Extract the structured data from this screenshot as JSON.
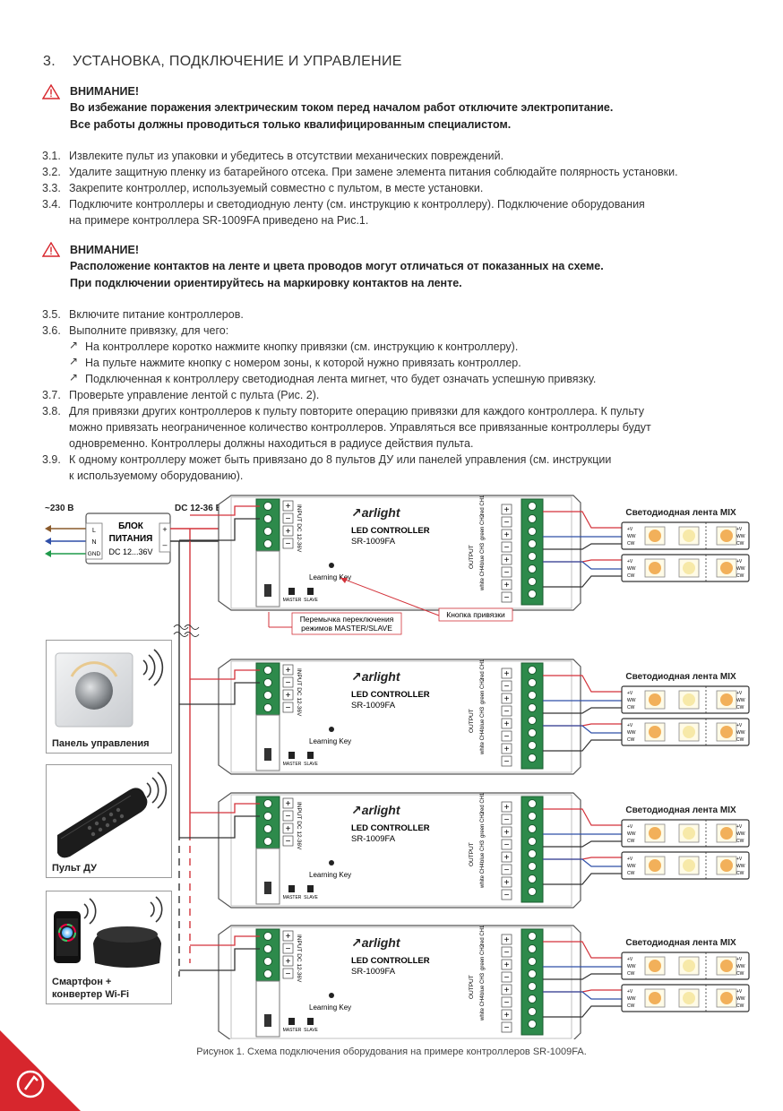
{
  "section": {
    "number": "3.",
    "title": "УСТАНОВКА, ПОДКЛЮЧЕНИЕ И УПРАВЛЕНИЕ"
  },
  "warning1": {
    "title": "ВНИМАНИЕ!",
    "lines": [
      "Во избежание поражения электрическим током перед началом работ отключите электропитание.",
      "Все работы должны проводиться только квалифицированным специалистом."
    ]
  },
  "steps_a": [
    {
      "num": "3.1.",
      "lines": [
        "Извлеките пульт из упаковки и убедитесь в отсутствии механических повреждений."
      ]
    },
    {
      "num": "3.2.",
      "lines": [
        "Удалите защитную пленку из батарейного отсека. При замене элемента питания соблюдайте полярность установки."
      ]
    },
    {
      "num": "3.3.",
      "lines": [
        "Закрепите контроллер, используемый совместно с пультом, в месте установки."
      ]
    },
    {
      "num": "3.4.",
      "lines": [
        "Подключите контроллеры и светодиодную ленту (см. инструкцию к контроллеру). Подключение оборудования",
        "на примере контроллера SR-1009FA приведено на Рис.1."
      ]
    }
  ],
  "warning2": {
    "title": "ВНИМАНИЕ!",
    "lines": [
      "Расположение контактов на ленте и цвета проводов могут отличаться от показанных на схеме.",
      "При подключении ориентируйтесь на маркировку контактов на ленте."
    ]
  },
  "steps_b": {
    "s35": {
      "num": "3.5.",
      "text": "Включите питание контроллеров."
    },
    "s36": {
      "num": "3.6.",
      "text": "Выполните привязку, для чего:"
    },
    "sub": [
      "На контроллере коротко нажмите кнопку привязки (см. инструкцию к контроллеру).",
      "На пульте нажмите кнопку с номером зоны, к которой нужно привязать контроллер.",
      "Подключенная к контроллеру светодиодная лента мигнет, что будет означать успешную привязку."
    ],
    "s37": {
      "num": "3.7.",
      "text": "Проверьте управление лентой с пульта (Рис. 2)."
    },
    "s38": {
      "num": "3.8.",
      "lines": [
        "Для привязки других контроллеров к пульту повторите операцию привязки для каждого контроллера. К пульту",
        "можно привязать неограниченное количество контроллеров. Управляться все привязанные контроллеры будут",
        "одновременно. Контроллеры должны находиться в радиусе действия пульта."
      ]
    },
    "s39": {
      "num": "3.9.",
      "lines": [
        "К одному контроллеру может быть привязано до 8 пультов ДУ или панелей управления (см. инструкции",
        "к используемому оборудованию)."
      ]
    }
  },
  "diagram": {
    "mains_label": "~230 В",
    "dc_label": "DC 12-36 В",
    "psu": {
      "title1": "БЛОК",
      "title2": "ПИТАНИЯ",
      "spec": "DC 12...36V",
      "pin_l": "L",
      "pin_n": "N",
      "pin_gnd": "GND",
      "plus": "+",
      "minus": "–"
    },
    "controller": {
      "brand": "arlight",
      "model_line1": "LED CONTROLLER",
      "model_line2": "SR-1009FA",
      "learning_key": "Learning Key",
      "input_label": "INPUT",
      "input_spec": "DC 12-36V",
      "output_label": "OUTPUT",
      "master": "MASTER",
      "slave": "SLAVE",
      "channels": [
        "red CH1",
        "green CH2",
        "blue CH3",
        "white CH4"
      ]
    },
    "strip_title": "Светодиодная лента MIX",
    "strip_pins": [
      "+V",
      "WW",
      "CW"
    ],
    "callout_jumper": [
      "Перемычка переключения",
      "режимов MASTER/SLAVE"
    ],
    "callout_key": "Кнопка привязки",
    "devices": {
      "panel": "Панель управления",
      "remote": "Пульт ДУ",
      "smartphone": [
        "Смартфон +",
        "конвертер Wi-Fi"
      ]
    },
    "colors": {
      "red": "#d3323a",
      "blue": "#2f4fa8",
      "green": "#1f9a4a",
      "brown": "#8a5a2b",
      "led": "#f2b05a",
      "brand": "#d7262d"
    }
  },
  "caption": "Рисунок 1. Схема подключения оборудования на примере контроллеров SR-1009FA."
}
